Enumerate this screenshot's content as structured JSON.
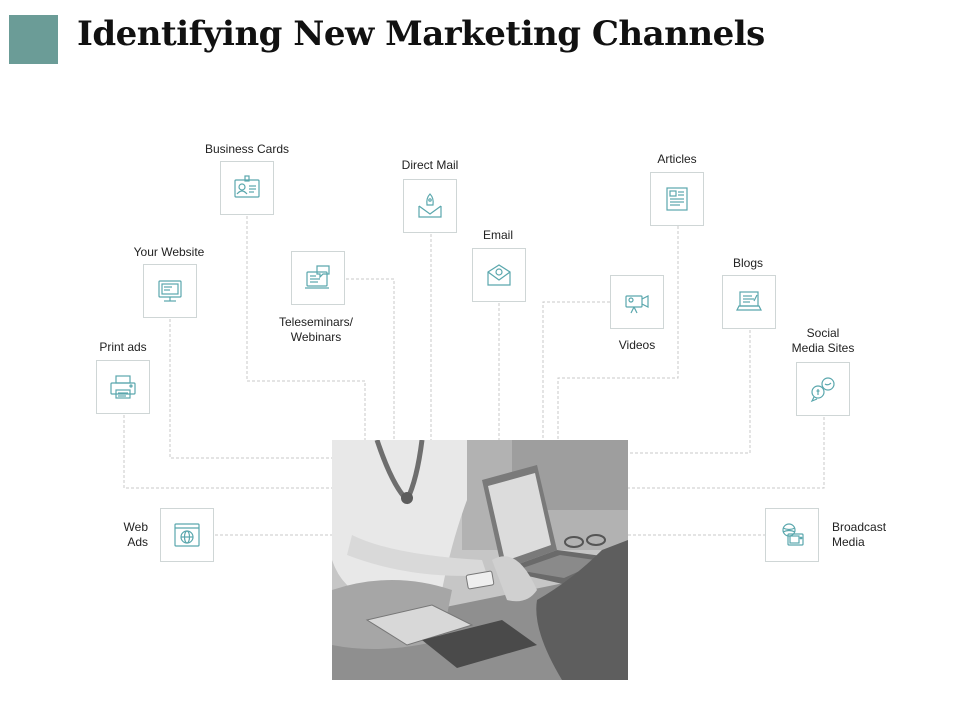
{
  "title": "Identifying New Marketing Channels",
  "colors": {
    "accent": "#6b9c97",
    "icon": "#5aa7ad",
    "connector": "#c8c8c8"
  },
  "channels": {
    "business_cards": {
      "label": "Business Cards",
      "icon": "id-card-icon"
    },
    "your_website": {
      "label": "Your Website",
      "icon": "monitor-icon"
    },
    "print_ads": {
      "label": "Print ads",
      "icon": "printer-icon"
    },
    "teleseminars": {
      "label_line1": "Teleseminars/",
      "label_line2": "Webinars",
      "icon": "chat-screen-icon"
    },
    "direct_mail": {
      "label": "Direct Mail",
      "icon": "rocket-envelope-icon"
    },
    "email": {
      "label": "Email",
      "icon": "at-envelope-icon"
    },
    "articles": {
      "label": "Articles",
      "icon": "newspaper-icon"
    },
    "videos": {
      "label": "Videos",
      "icon": "video-camera-icon"
    },
    "blogs": {
      "label": "Blogs",
      "icon": "laptop-blog-icon"
    },
    "social_media": {
      "label_line1": "Social",
      "label_line2": "Media Sites",
      "icon": "social-bubbles-icon"
    },
    "web_ads": {
      "label_line1": "Web",
      "label_line2": "Ads",
      "icon": "globe-browser-icon"
    },
    "broadcast_media": {
      "label_line1": "Broadcast",
      "label_line2": "Media",
      "icon": "broadcast-tv-icon"
    }
  },
  "center_image": {
    "description_icon": "business-meeting-photo"
  }
}
